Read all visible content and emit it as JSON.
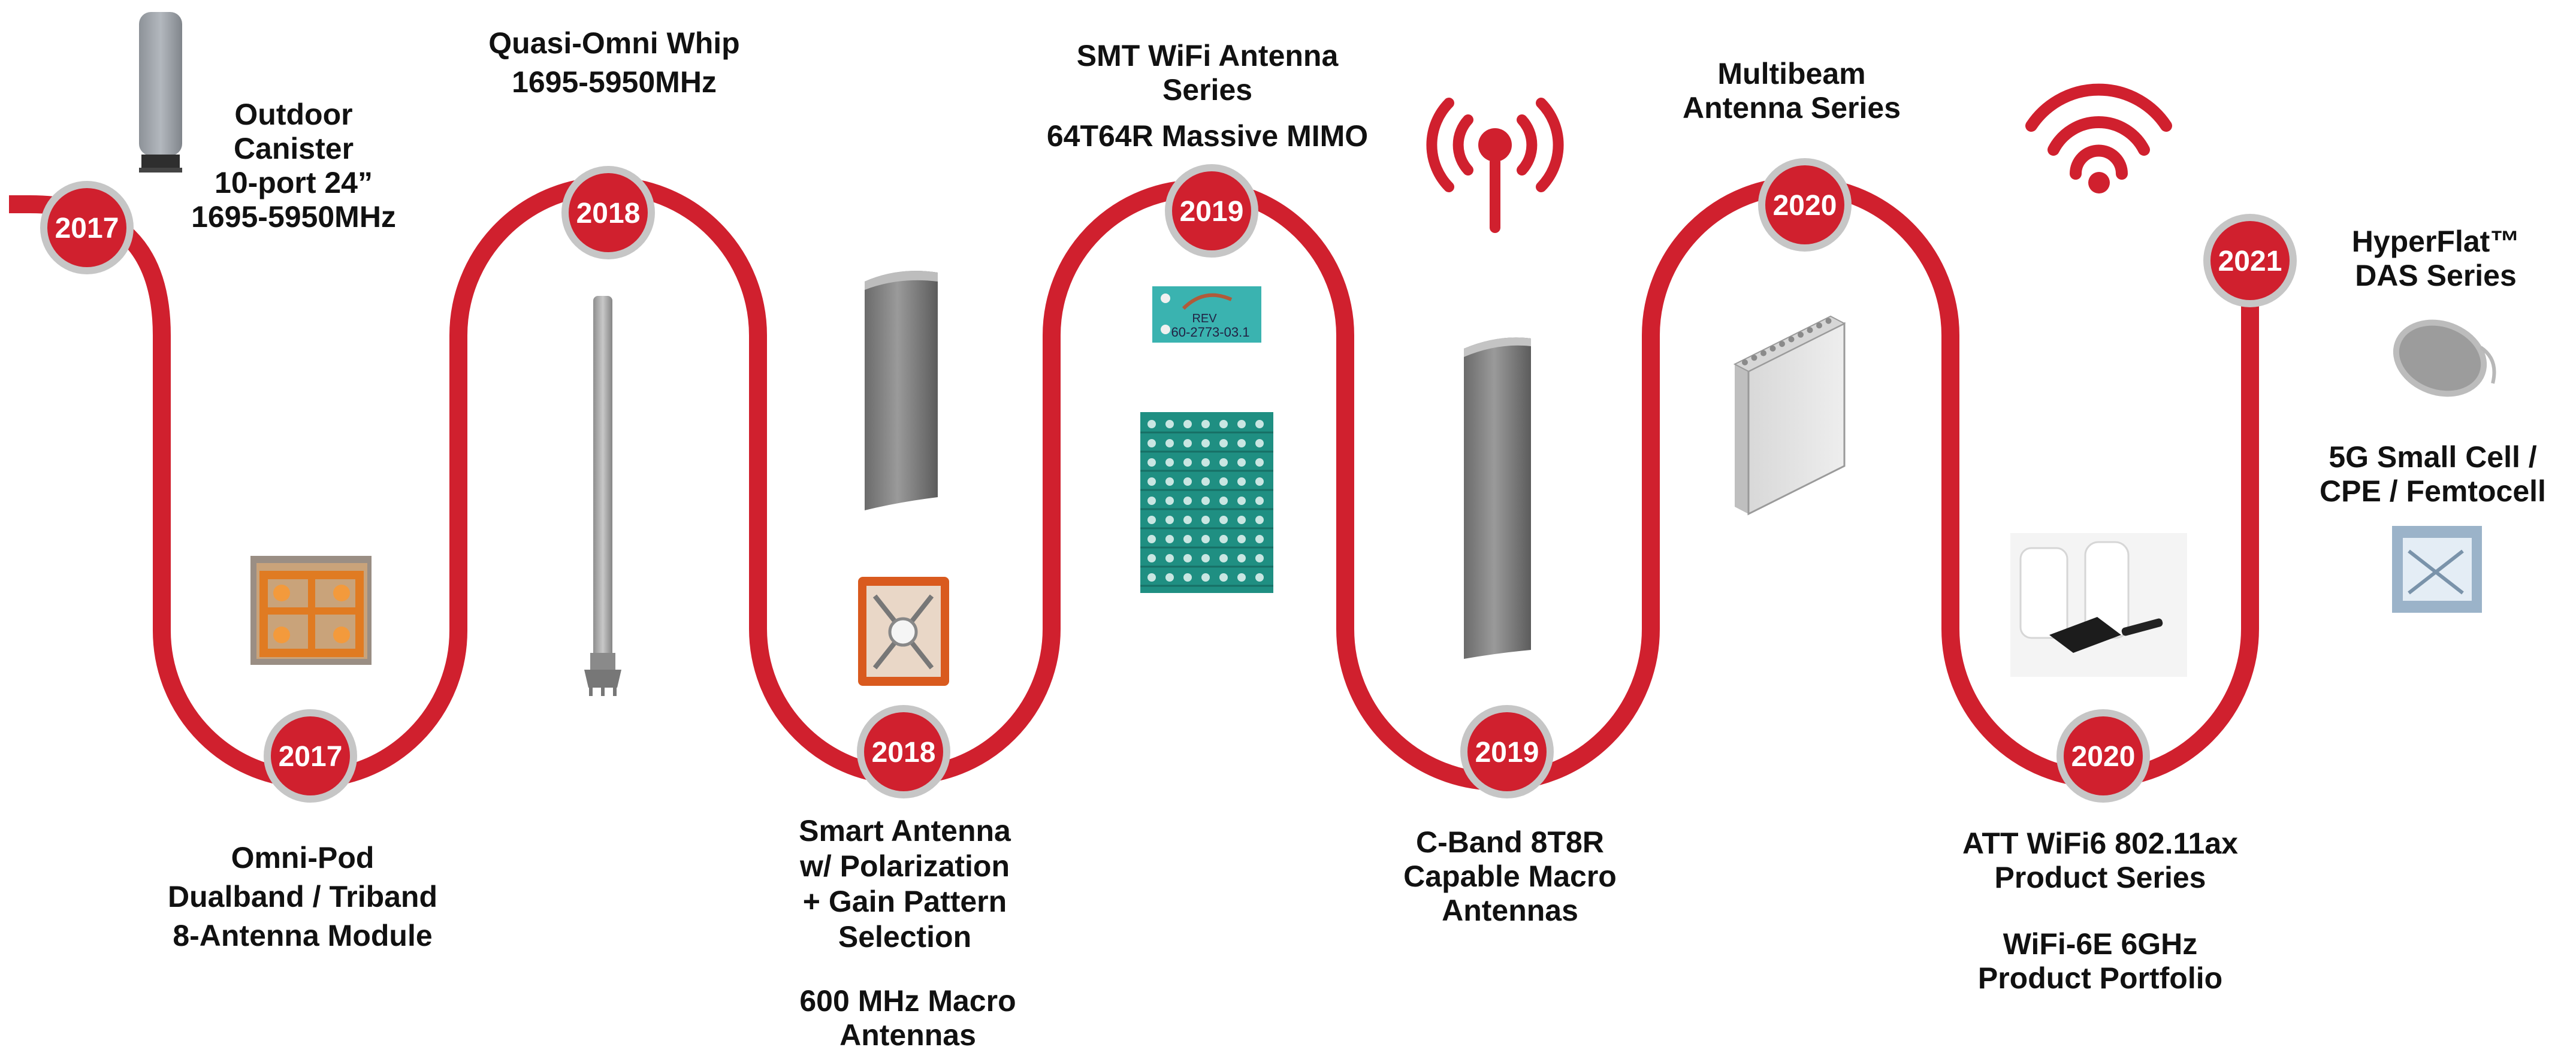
{
  "timeline": {
    "track_color": "#d0202e",
    "node_ring_color": "#c6c6c6",
    "node_text_color": "#ffffff",
    "nodes": [
      {
        "year": "2017"
      },
      {
        "year": "2017"
      },
      {
        "year": "2018"
      },
      {
        "year": "2018"
      },
      {
        "year": "2019"
      },
      {
        "year": "2019"
      },
      {
        "year": "2020"
      },
      {
        "year": "2020"
      },
      {
        "year": "2021"
      }
    ]
  },
  "labels": {
    "outdoor_canister": [
      "Outdoor",
      "Canister",
      "10-port 24”",
      "1695-5950MHz"
    ],
    "omni_pod": [
      "Omni-Pod",
      "Dualband / Triband",
      "8-Antenna Module"
    ],
    "quasi_omni": [
      "Quasi-Omni Whip",
      "1695-5950MHz"
    ],
    "smart_antenna": [
      "Smart Antenna",
      "w/ Polarization",
      "+ Gain Pattern",
      "Selection"
    ],
    "macro_600": [
      "600 MHz Macro",
      "Antennas"
    ],
    "smt_wifi": [
      "SMT WiFi Antenna",
      "Series",
      "64T64R Massive MIMO"
    ],
    "c_band": [
      "C-Band 8T8R",
      "Capable Macro",
      "Antennas"
    ],
    "multibeam": [
      "Multibeam",
      "Antenna Series"
    ],
    "att_wifi6": [
      "ATT WiFi6 802.11ax",
      "Product Series"
    ],
    "wifi6e": [
      "WiFi-6E 6GHz",
      "Product Portfolio"
    ],
    "hyperflat": [
      "HyperFlat™",
      "DAS Series"
    ],
    "small_cell": [
      "5G Small Cell /",
      "CPE / Femtocell"
    ]
  },
  "pcb_label": {
    "line1": "REV",
    "line2": "60-2773-03.1"
  },
  "icons": [
    "signal-tower-icon",
    "wifi-icon"
  ]
}
